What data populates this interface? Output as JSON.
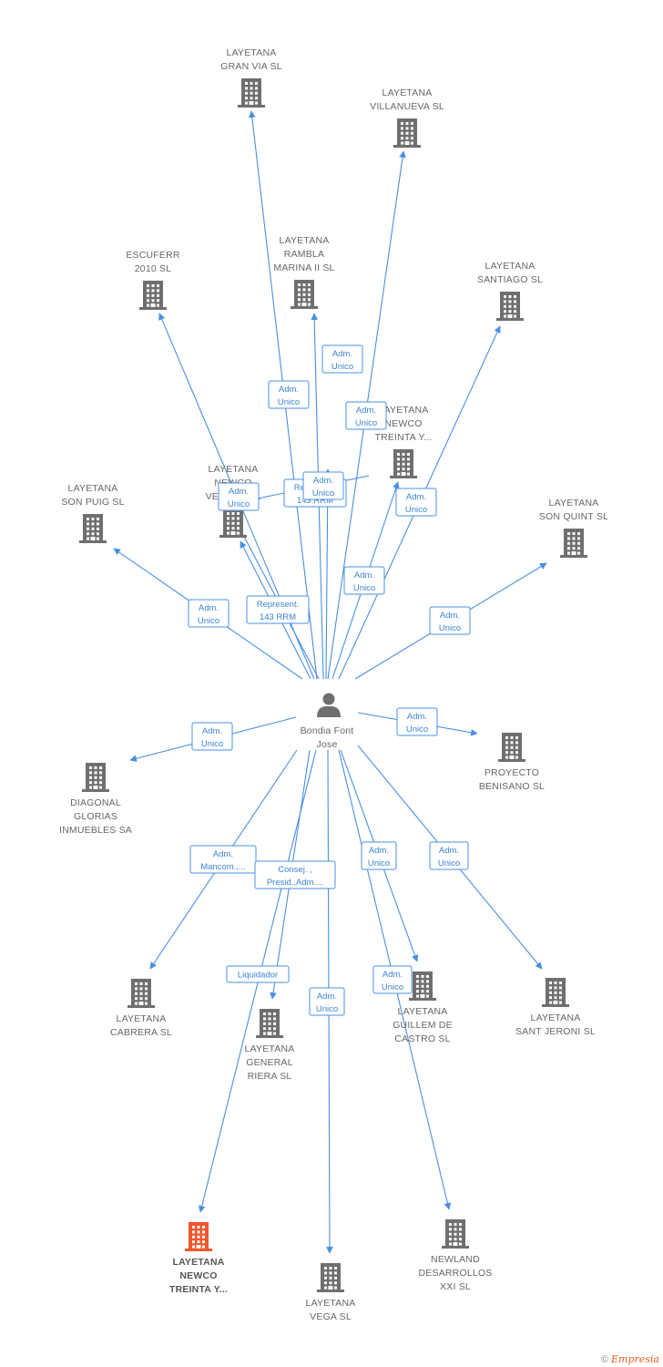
{
  "colors": {
    "edge": "#4a8fe0",
    "building": "#6f6f6f",
    "highlight": "#f2572d",
    "person": "#6f6f6f"
  },
  "center": {
    "name_lines": [
      "Bondia Font",
      "Jose"
    ],
    "icon": "person-icon"
  },
  "nodes": [
    {
      "id": "gran-via",
      "lines": [
        "LAYETANA",
        "GRAN VIA SL"
      ],
      "icon": "building-icon"
    },
    {
      "id": "villanueva",
      "lines": [
        "LAYETANA",
        "VILLANUEVA SL"
      ],
      "icon": "building-icon"
    },
    {
      "id": "escuferr",
      "lines": [
        "ESCUFERR",
        "2010  SL"
      ],
      "icon": "building-icon"
    },
    {
      "id": "rambla",
      "lines": [
        "LAYETANA",
        "RAMBLA",
        "MARINA II SL"
      ],
      "icon": "building-icon"
    },
    {
      "id": "santiago",
      "lines": [
        "LAYETANA",
        "SANTIAGO SL"
      ],
      "icon": "building-icon"
    },
    {
      "id": "newco-treinta-top",
      "lines": [
        "LAYETANA",
        "NEWCO",
        "TREINTA Y..."
      ],
      "icon": "building-icon"
    },
    {
      "id": "newco-veinti",
      "lines": [
        "LAYETANA",
        "NEWCO",
        "VEINTI...    SL"
      ],
      "icon": "building-icon"
    },
    {
      "id": "son-puig",
      "lines": [
        "LAYETANA",
        "SON PUIG SL"
      ],
      "icon": "building-icon"
    },
    {
      "id": "son-quint",
      "lines": [
        "LAYETANA",
        "SON QUINT SL"
      ],
      "icon": "building-icon"
    },
    {
      "id": "diagonal",
      "lines": [
        "DIAGONAL",
        "GLORIAS",
        "INMUEBLES SA"
      ],
      "icon": "building-icon"
    },
    {
      "id": "proyecto",
      "lines": [
        "PROYECTO",
        "BENISANO  SL"
      ],
      "icon": "building-icon"
    },
    {
      "id": "cabrera",
      "lines": [
        "LAYETANA",
        "CABRERA SL"
      ],
      "icon": "building-icon"
    },
    {
      "id": "general-riera",
      "lines": [
        "LAYETANA",
        "GENERAL",
        "RIERA SL"
      ],
      "icon": "building-icon"
    },
    {
      "id": "guillem",
      "lines": [
        "LAYETANA",
        "GUILLEM DE",
        "CASTRO SL"
      ],
      "icon": "building-icon"
    },
    {
      "id": "sant-jeroni",
      "lines": [
        "LAYETANA",
        "SANT JERONI SL"
      ],
      "icon": "building-icon"
    },
    {
      "id": "newco-treinta-bottom",
      "lines": [
        "LAYETANA",
        "NEWCO",
        "TREINTA Y..."
      ],
      "icon": "building-icon",
      "highlight": true
    },
    {
      "id": "vega",
      "lines": [
        "LAYETANA",
        "VEGA SL"
      ],
      "icon": "building-icon"
    },
    {
      "id": "newland",
      "lines": [
        "NEWLAND",
        "DESARROLLOS",
        "XXI SL"
      ],
      "icon": "building-icon"
    }
  ],
  "edges": [
    {
      "target": "gran-via",
      "label": [
        "Adm.",
        "Unico"
      ]
    },
    {
      "target": "rambla",
      "label": [
        "Adm.",
        "Unico"
      ]
    },
    {
      "target": "villanueva",
      "label": [
        "Adm.",
        "Unico"
      ]
    },
    {
      "target": "newco-veinti",
      "label": [
        "Adm.",
        "Unico"
      ]
    },
    {
      "target": "newco-veinti",
      "label": [
        "Represent.",
        "143 RRM"
      ]
    },
    {
      "target": "newco-veinti",
      "label": [
        "Represent.",
        "143 RRM"
      ]
    },
    {
      "target": "newco-treinta-top",
      "label": [
        "Adm.",
        "Unico"
      ]
    },
    {
      "target": "newco-treinta-top",
      "label": [
        "Adm.",
        "Unico"
      ]
    },
    {
      "target": "santiago",
      "label": [
        "Adm.",
        "Unico"
      ]
    },
    {
      "target": "escuferr",
      "label": []
    },
    {
      "target": "son-puig",
      "label": [
        "Adm.",
        "Unico"
      ]
    },
    {
      "target": "son-quint",
      "label": [
        "Adm.",
        "Unico"
      ]
    },
    {
      "target": "diagonal",
      "label": [
        "Adm.",
        "Unico"
      ]
    },
    {
      "target": "proyecto",
      "label": [
        "Adm.",
        "Unico"
      ]
    },
    {
      "target": "cabrera",
      "label": [
        "Adm.",
        "Mancom.,..."
      ]
    },
    {
      "target": "general-riera",
      "label": [
        "Consej. ,",
        "Presid.,Adm...."
      ]
    },
    {
      "target": "newco-treinta-bottom",
      "label": [
        "Liquidador"
      ]
    },
    {
      "target": "vega",
      "label": [
        "Adm.",
        "Unico"
      ]
    },
    {
      "target": "guillem",
      "label": [
        "Adm.",
        "Unico"
      ]
    },
    {
      "target": "newland",
      "label": [
        "Adm.",
        "Unico"
      ]
    },
    {
      "target": "sant-jeroni",
      "label": [
        "Adm.",
        "Unico"
      ]
    }
  ],
  "footer": {
    "copyright": "©",
    "brand": "Empresia"
  }
}
